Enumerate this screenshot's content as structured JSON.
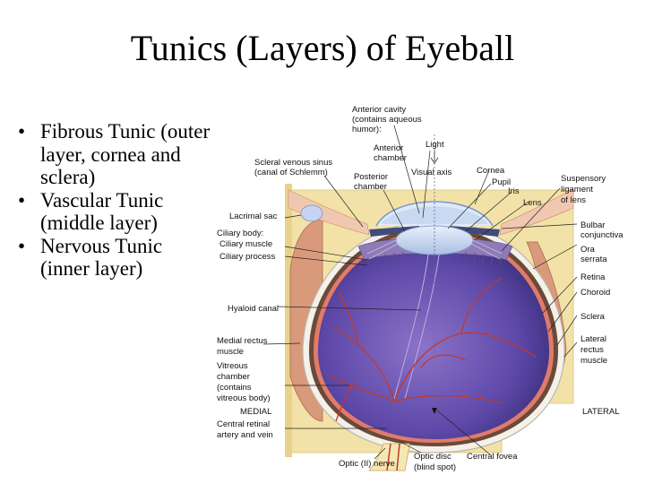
{
  "slide": {
    "title": "Tunics (Layers) of Eyeball",
    "bullets": [
      {
        "marker": "•",
        "text": "Fibrous Tunic (outer layer, cornea and sclera)"
      },
      {
        "marker": "•",
        "text": "Vascular Tunic (middle layer)"
      },
      {
        "marker": "•",
        "text": "Nervous Tunic (inner layer)"
      }
    ]
  },
  "diagram": {
    "labels": {
      "anterior_cavity": [
        "Anterior cavity",
        "(contains aqueous",
        "humor):"
      ],
      "anterior_chamber": [
        "Anterior",
        "chamber"
      ],
      "light": "Light",
      "scleral_venous_sinus": [
        "Scleral venous sinus",
        "(canal of Schlemm)"
      ],
      "posterior_chamber": [
        "Posterior",
        "chamber"
      ],
      "visual_axis": "Visual axis",
      "cornea": "Cornea",
      "pupil": "Pupil",
      "iris": "Iris",
      "lens": "Lens",
      "suspensory_ligament": [
        "Suspensory",
        "ligament",
        "of lens"
      ],
      "lacrimal_sac": "Lacrimal sac",
      "ciliary_body": "Ciliary body:",
      "ciliary_muscle": "Ciliary muscle",
      "ciliary_process": "Ciliary process",
      "bulbar_conjunctiva": [
        "Bulbar",
        "conjunctiva"
      ],
      "ora_serrata": [
        "Ora",
        "serrata"
      ],
      "retina": "Retina",
      "choroid": "Choroid",
      "hyaloid_canal": "Hyaloid canal",
      "sclera": "Sclera",
      "medial_rectus": [
        "Medial rectus",
        "muscle"
      ],
      "lateral_rectus": [
        "Lateral",
        "rectus",
        "muscle"
      ],
      "vitreous_chamber": [
        "Vitreous",
        "chamber",
        "(contains",
        "vitreous body)"
      ],
      "medial": "MEDIAL",
      "lateral": "LATERAL",
      "central_retinal": [
        "Central retinal",
        "artery and vein"
      ],
      "optic_nerve": "Optic (II) nerve",
      "optic_disc": [
        "Optic disc",
        "(blind spot)"
      ],
      "central_fovea": "Central fovea"
    }
  }
}
